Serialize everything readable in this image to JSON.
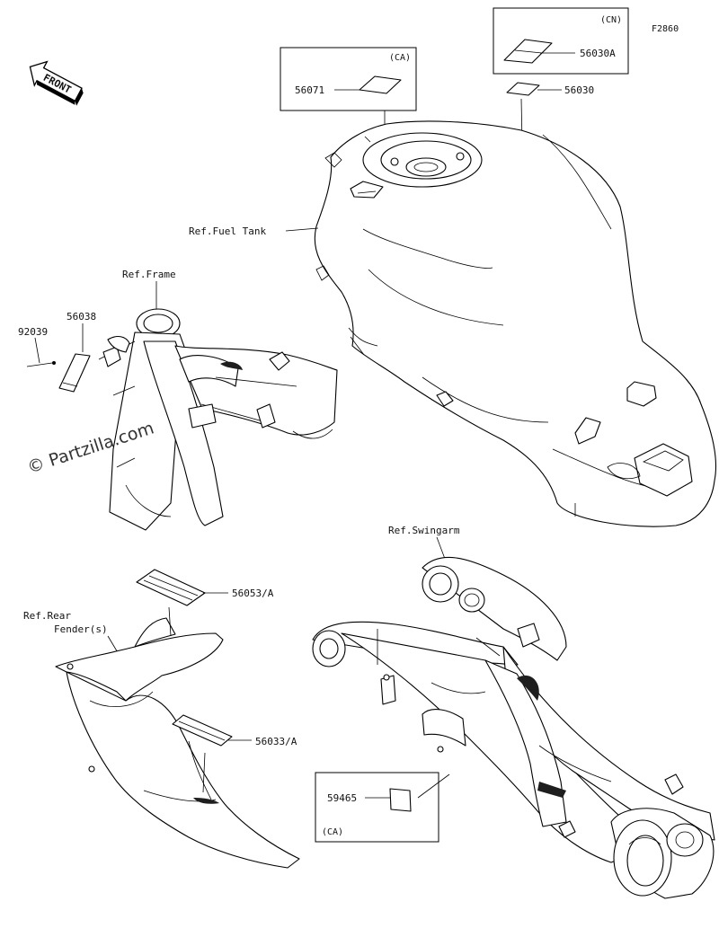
{
  "figure_code": "F2860",
  "front_arrow_text": "FRONT",
  "watermark": "© Partzilla.com",
  "boxes": {
    "ca_top": "(CA)",
    "cn": "(CN)",
    "ca_bottom": "(CA)"
  },
  "parts": {
    "p56071": "56071",
    "p56030a": "56030A",
    "p56030": "56030",
    "p92039": "92039",
    "p56038": "56038",
    "p56053a": "56053/A",
    "p56033a": "56033/A",
    "p59465": "59465"
  },
  "refs": {
    "fuel_tank": "Ref.Fuel Tank",
    "frame": "Ref.Frame",
    "swingarm": "Ref.Swingarm",
    "rear_fender_1": "Ref.Rear",
    "rear_fender_2": "Fender(s)"
  }
}
